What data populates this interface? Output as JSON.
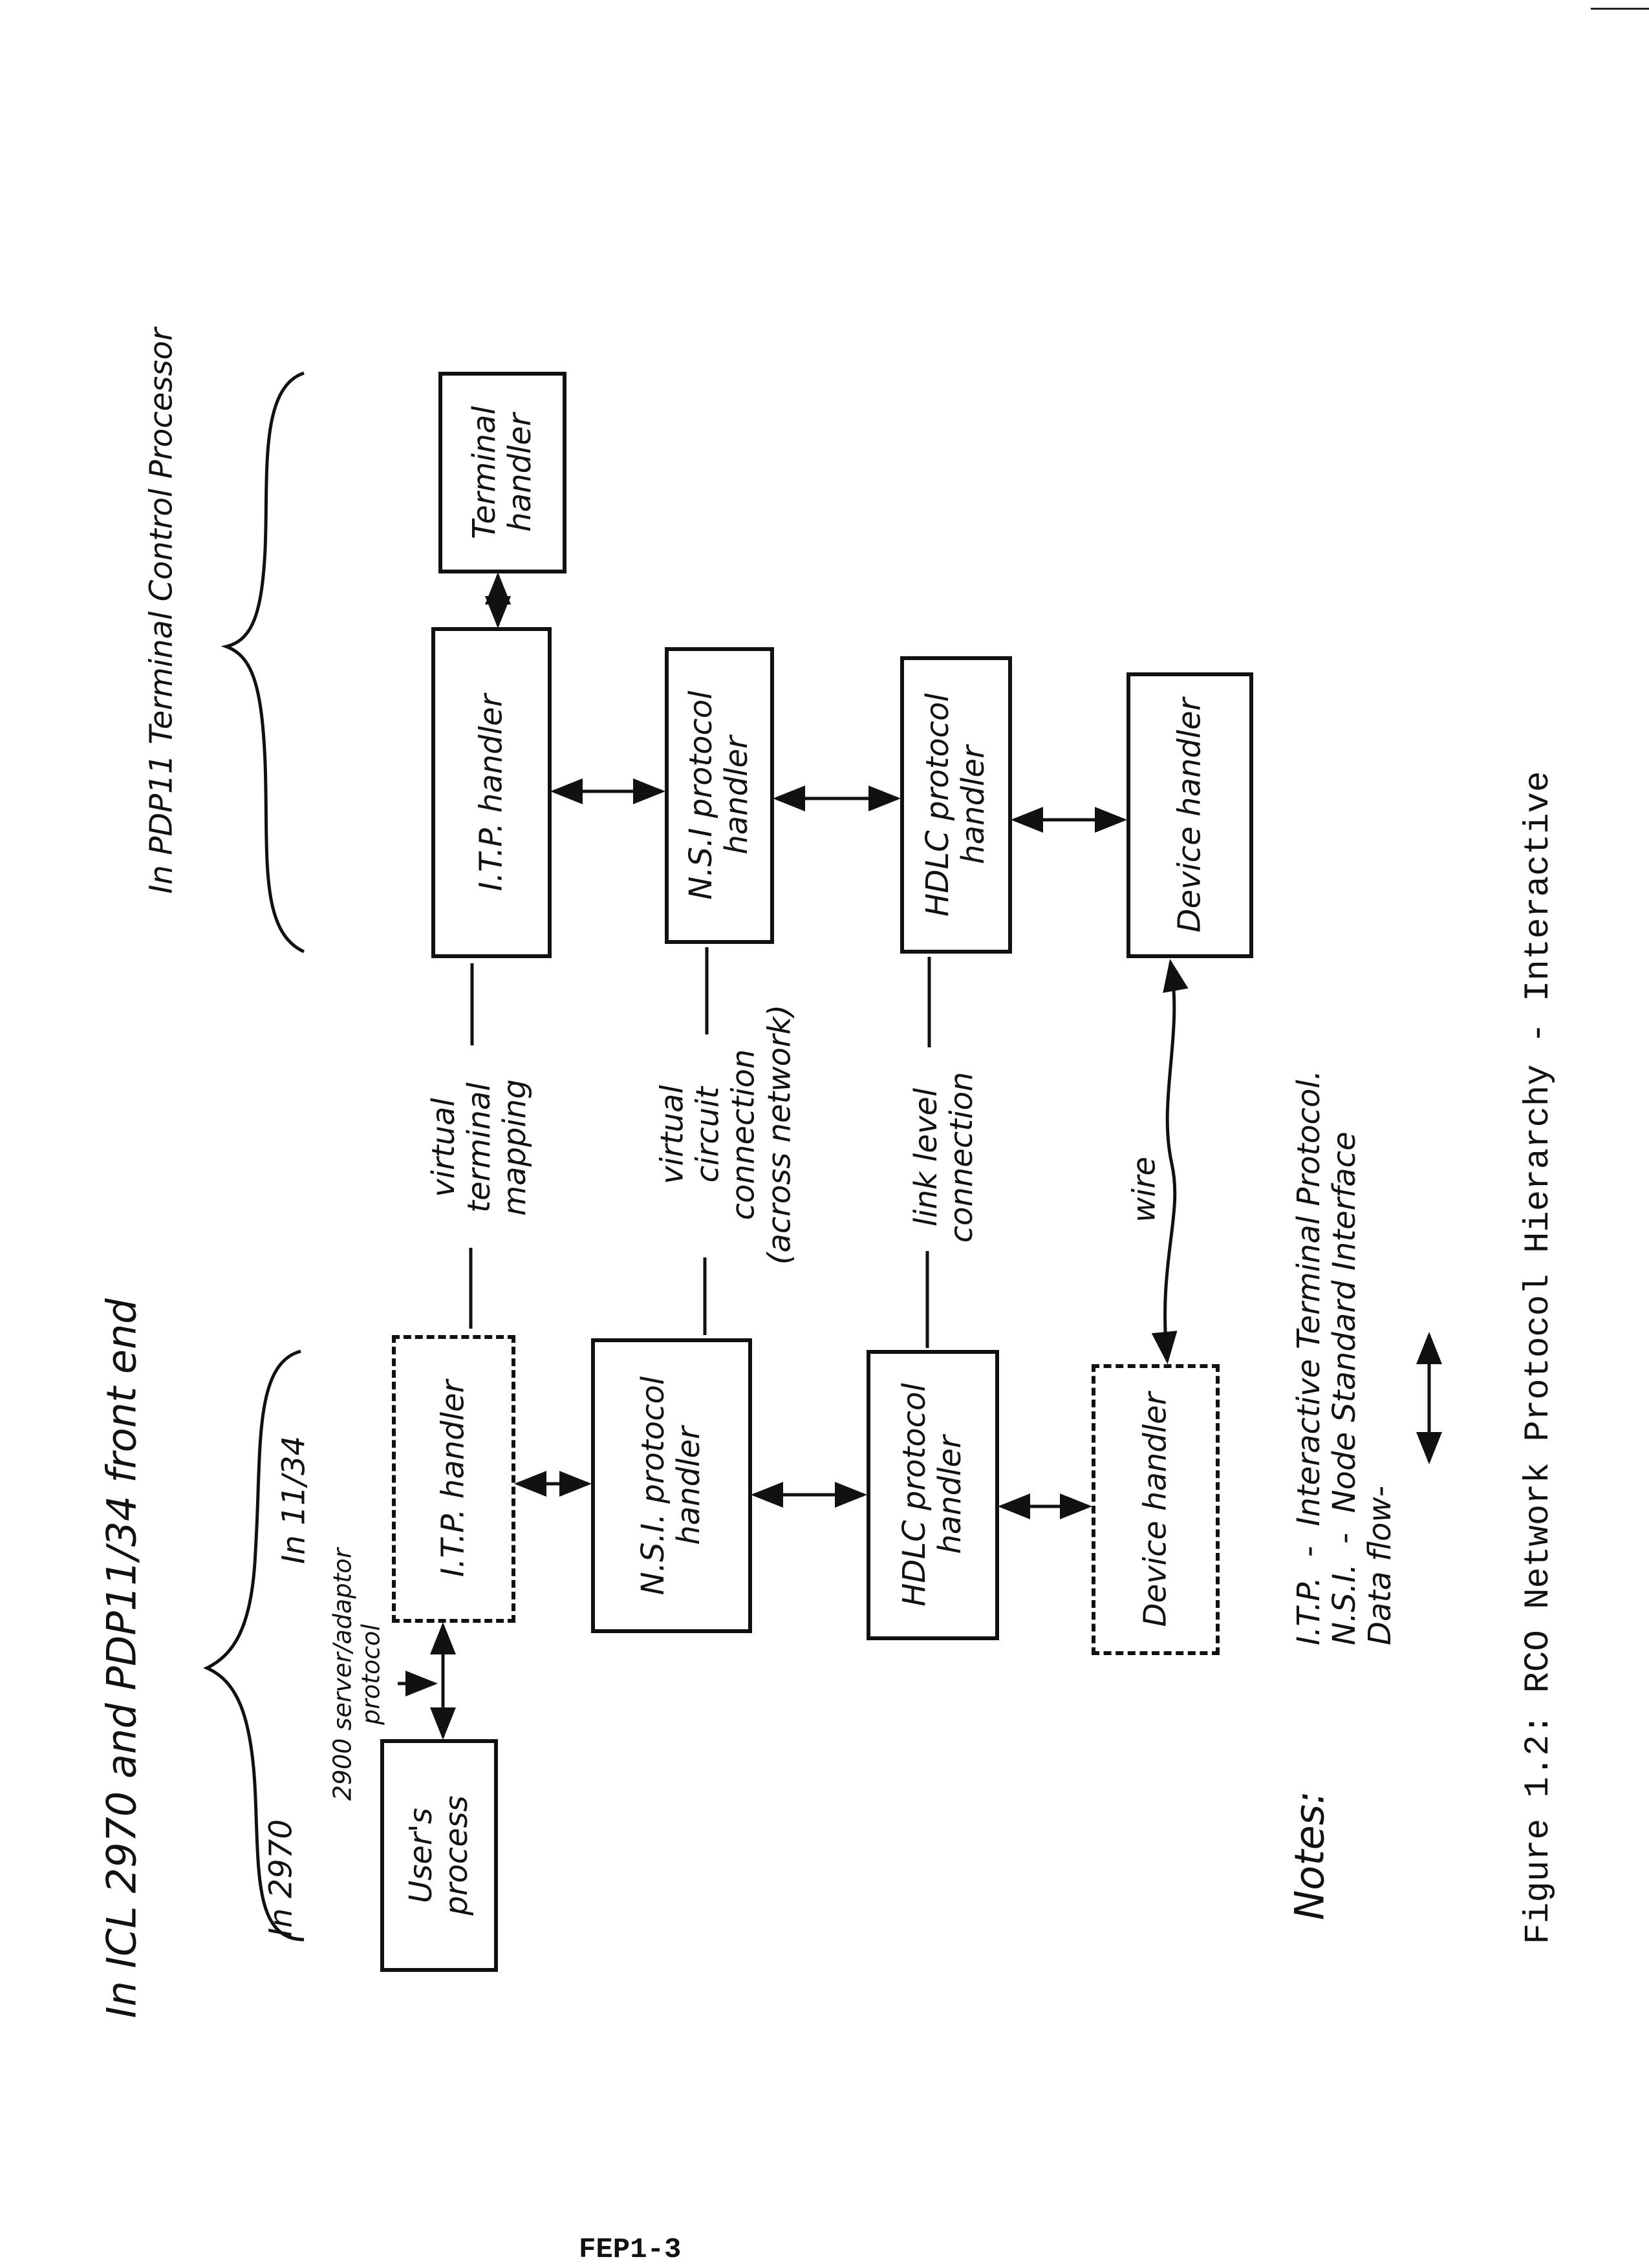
{
  "left_group": {
    "title": "In ICL 2970 and PDP11/34 front end",
    "sub_2970": "In 2970",
    "sub_1134": "In 11/34",
    "protocol_label": [
      "2900 server/adaptor",
      "protocol"
    ]
  },
  "right_group": {
    "title": "In PDP11 Terminal Control Processor"
  },
  "left_boxes": {
    "users_process": [
      "User's",
      "process"
    ],
    "itp": [
      "I.T.P. handler"
    ],
    "nsi": [
      "N.S.I. protocol",
      "handler"
    ],
    "hdlc": [
      "HDLC protocol",
      "handler"
    ],
    "device": [
      "Device handler"
    ]
  },
  "right_boxes": {
    "itp": [
      "I.T.P. handler"
    ],
    "terminal": [
      "Terminal",
      "handler"
    ],
    "nsi": [
      "N.S.I protocol",
      "handler"
    ],
    "hdlc": [
      "HDLC protocol",
      "handler"
    ],
    "device": [
      "Device handler"
    ]
  },
  "links": {
    "itp": [
      "virtual",
      "terminal",
      "mapping"
    ],
    "nsi": [
      "virtual",
      "circuit",
      "connection",
      "(across network)"
    ],
    "hdlc": [
      "link level",
      "connection"
    ],
    "device": [
      "wire"
    ]
  },
  "notes": {
    "label": "Notes:",
    "items": [
      {
        "abbr": "I.T.P.",
        "sep": "-",
        "text": "Interactive Terminal Protocol."
      },
      {
        "abbr": "N.S.I.",
        "sep": "-",
        "text": "Node Standard Interface"
      },
      {
        "abbr": "Data flow",
        "sep": "-",
        "text": ""
      }
    ]
  },
  "caption": "Figure 1.2: RCO Network Protocol Hierarchy - Interactive",
  "footer": "FEP1-3"
}
